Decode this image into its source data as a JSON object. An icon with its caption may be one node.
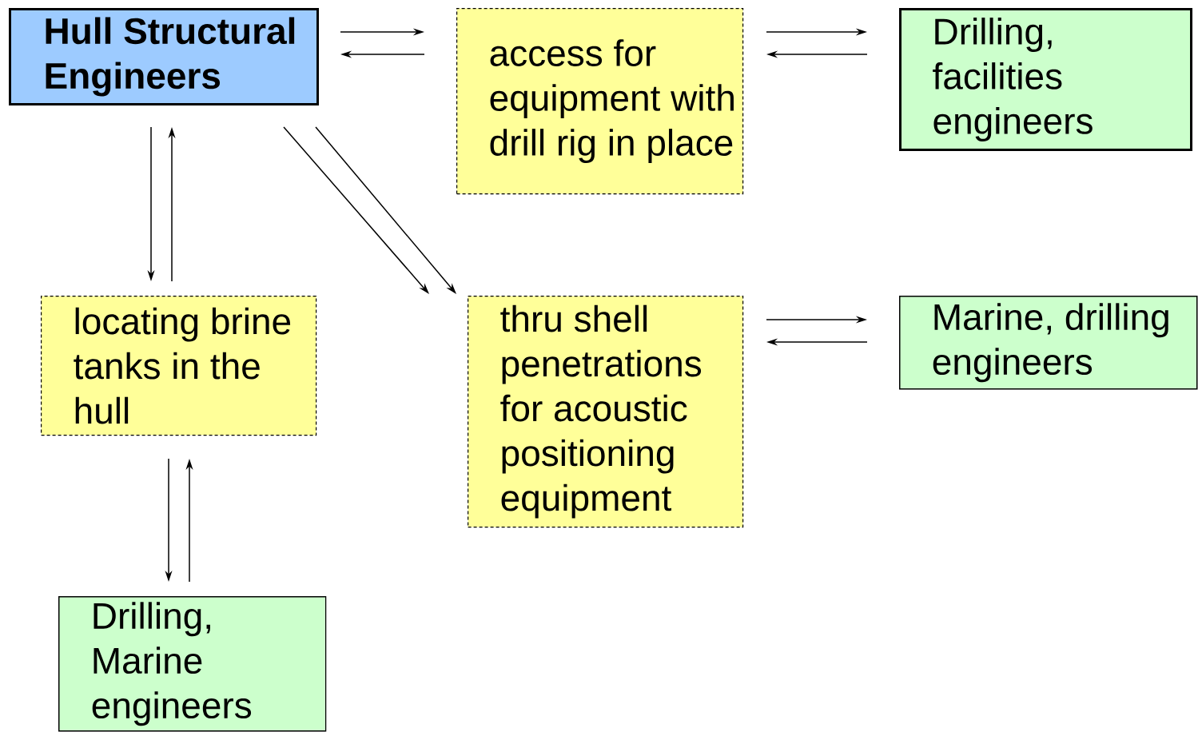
{
  "diagram": {
    "nodes": [
      {
        "text": [
          "Hull Structural Engineers"
        ]
      },
      {
        "text": [
          "access for equipment with drill rig in place"
        ]
      },
      {
        "text": [
          "Drilling, facilities engineers"
        ]
      },
      {
        "text": [
          "locating brine tanks in the hull"
        ]
      },
      {
        "text": [
          "thru shell penetrations for acoustic positioning equipment"
        ]
      },
      {
        "text": [
          "Marine, drilling engineers"
        ]
      },
      {
        "text": [
          "Drilling, Marine engineers"
        ]
      }
    ],
    "edges": [
      {
        "from": 0,
        "to": 1,
        "arrow": "to"
      },
      {
        "from": 1,
        "to": 0,
        "arrow": "to"
      },
      {
        "from": 1,
        "to": 2,
        "arrow": "to"
      },
      {
        "from": 2,
        "to": 1,
        "arrow": "to"
      },
      {
        "from": 0,
        "to": 3,
        "arrow": "to"
      },
      {
        "from": 3,
        "to": 0,
        "arrow": "to"
      },
      {
        "from": 0,
        "to": 4,
        "arrow": "to"
      },
      {
        "from": 0,
        "to": 4,
        "arrow": "to"
      },
      {
        "from": 4,
        "to": 5,
        "arrow": "to"
      },
      {
        "from": 5,
        "to": 4,
        "arrow": "to"
      },
      {
        "from": 3,
        "to": 6,
        "arrow": "to"
      },
      {
        "from": 6,
        "to": 3,
        "arrow": "to"
      }
    ]
  }
}
